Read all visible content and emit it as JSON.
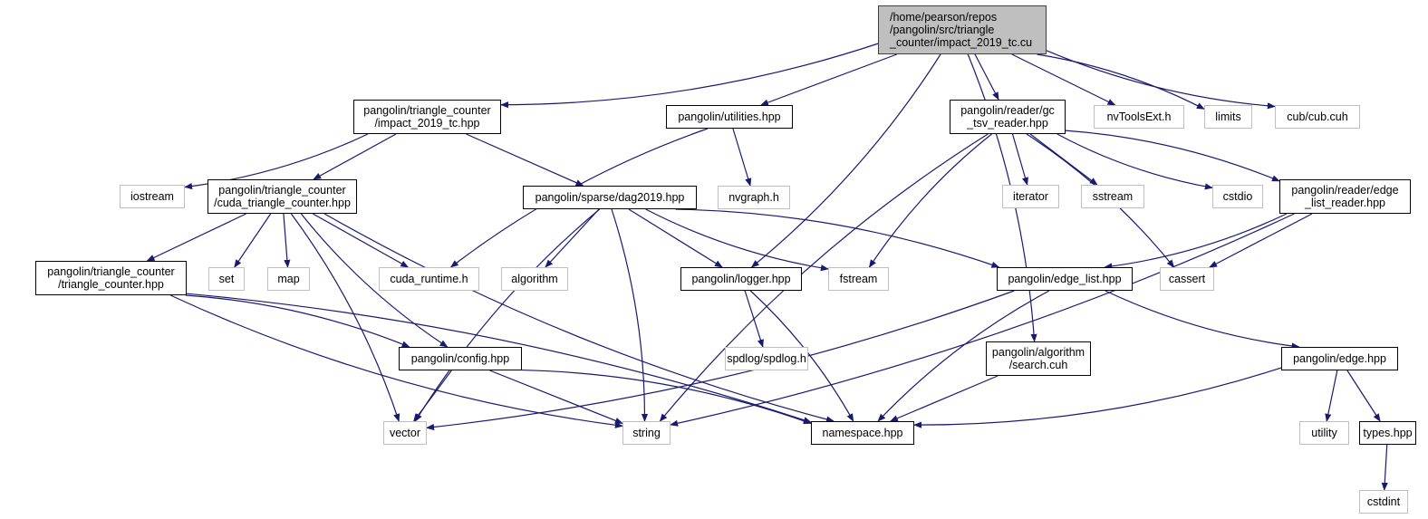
{
  "diagram": {
    "type": "include-dependency-graph",
    "edge_color": "#191970",
    "root_fill": "#bfbfbf",
    "documented_border": "#000000",
    "external_border": "#bfbfbf",
    "nodes": [
      {
        "id": "root",
        "label": "/home/pearson/repos\n/pangolin/src/triangle\n_counter/impact_2019_tc.cu",
        "kind": "root"
      },
      {
        "id": "impact_hpp",
        "label": "pangolin/triangle_counter\n/impact_2019_tc.hpp",
        "kind": "documented"
      },
      {
        "id": "utilities",
        "label": "pangolin/utilities.hpp",
        "kind": "documented"
      },
      {
        "id": "gc_tsv",
        "label": "pangolin/reader/gc\n_tsv_reader.hpp",
        "kind": "documented"
      },
      {
        "id": "nvtools",
        "label": "nvToolsExt.h",
        "kind": "external"
      },
      {
        "id": "limits",
        "label": "limits",
        "kind": "external"
      },
      {
        "id": "cub",
        "label": "cub/cub.cuh",
        "kind": "external"
      },
      {
        "id": "iostream",
        "label": "iostream",
        "kind": "external"
      },
      {
        "id": "cuda_tc",
        "label": "pangolin/triangle_counter\n/cuda_triangle_counter.hpp",
        "kind": "documented"
      },
      {
        "id": "dag2019",
        "label": "pangolin/sparse/dag2019.hpp",
        "kind": "documented"
      },
      {
        "id": "nvgraph",
        "label": "nvgraph.h",
        "kind": "external"
      },
      {
        "id": "iterator",
        "label": "iterator",
        "kind": "external"
      },
      {
        "id": "sstream",
        "label": "sstream",
        "kind": "external"
      },
      {
        "id": "cstdio",
        "label": "cstdio",
        "kind": "external"
      },
      {
        "id": "edge_list_reader",
        "label": "pangolin/reader/edge\n_list_reader.hpp",
        "kind": "documented"
      },
      {
        "id": "tc_hpp",
        "label": "pangolin/triangle_counter\n/triangle_counter.hpp",
        "kind": "documented"
      },
      {
        "id": "set",
        "label": "set",
        "kind": "external"
      },
      {
        "id": "map",
        "label": "map",
        "kind": "external"
      },
      {
        "id": "cuda_runtime",
        "label": "cuda_runtime.h",
        "kind": "external"
      },
      {
        "id": "algorithm",
        "label": "algorithm",
        "kind": "external"
      },
      {
        "id": "logger",
        "label": "pangolin/logger.hpp",
        "kind": "documented"
      },
      {
        "id": "fstream",
        "label": "fstream",
        "kind": "external"
      },
      {
        "id": "edge_list",
        "label": "pangolin/edge_list.hpp",
        "kind": "documented"
      },
      {
        "id": "cassert",
        "label": "cassert",
        "kind": "external"
      },
      {
        "id": "config",
        "label": "pangolin/config.hpp",
        "kind": "documented"
      },
      {
        "id": "spdlog",
        "label": "spdlog/spdlog.h",
        "kind": "external"
      },
      {
        "id": "search",
        "label": "pangolin/algorithm\n/search.cuh",
        "kind": "documented"
      },
      {
        "id": "edge_hpp",
        "label": "pangolin/edge.hpp",
        "kind": "documented"
      },
      {
        "id": "vector",
        "label": "vector",
        "kind": "external"
      },
      {
        "id": "string",
        "label": "string",
        "kind": "external"
      },
      {
        "id": "namespace",
        "label": "namespace.hpp",
        "kind": "documented"
      },
      {
        "id": "utility",
        "label": "utility",
        "kind": "external"
      },
      {
        "id": "types",
        "label": "types.hpp",
        "kind": "documented"
      },
      {
        "id": "cstdint",
        "label": "cstdint",
        "kind": "external"
      }
    ],
    "edges": [
      [
        "root",
        "impact_hpp"
      ],
      [
        "root",
        "utilities"
      ],
      [
        "root",
        "logger"
      ],
      [
        "root",
        "gc_tsv"
      ],
      [
        "root",
        "search"
      ],
      [
        "root",
        "nvtools"
      ],
      [
        "root",
        "limits"
      ],
      [
        "root",
        "cub"
      ],
      [
        "impact_hpp",
        "iostream"
      ],
      [
        "impact_hpp",
        "cuda_tc"
      ],
      [
        "impact_hpp",
        "dag2019"
      ],
      [
        "utilities",
        "cuda_runtime"
      ],
      [
        "utilities",
        "nvgraph"
      ],
      [
        "cuda_tc",
        "tc_hpp"
      ],
      [
        "cuda_tc",
        "set"
      ],
      [
        "cuda_tc",
        "map"
      ],
      [
        "cuda_tc",
        "cuda_runtime"
      ],
      [
        "cuda_tc",
        "config"
      ],
      [
        "cuda_tc",
        "vector"
      ],
      [
        "cuda_tc",
        "namespace"
      ],
      [
        "tc_hpp",
        "config"
      ],
      [
        "tc_hpp",
        "string"
      ],
      [
        "tc_hpp",
        "namespace"
      ],
      [
        "dag2019",
        "algorithm"
      ],
      [
        "dag2019",
        "logger"
      ],
      [
        "dag2019",
        "fstream"
      ],
      [
        "dag2019",
        "edge_list"
      ],
      [
        "dag2019",
        "vector"
      ],
      [
        "dag2019",
        "string"
      ],
      [
        "gc_tsv",
        "iterator"
      ],
      [
        "gc_tsv",
        "sstream"
      ],
      [
        "gc_tsv",
        "cstdio"
      ],
      [
        "gc_tsv",
        "edge_list_reader"
      ],
      [
        "gc_tsv",
        "fstream"
      ],
      [
        "gc_tsv",
        "cassert"
      ],
      [
        "gc_tsv",
        "string"
      ],
      [
        "edge_list_reader",
        "edge_list"
      ],
      [
        "edge_list_reader",
        "cassert"
      ],
      [
        "edge_list_reader",
        "string"
      ],
      [
        "logger",
        "spdlog"
      ],
      [
        "logger",
        "namespace"
      ],
      [
        "edge_list",
        "edge_hpp"
      ],
      [
        "edge_list",
        "vector"
      ],
      [
        "edge_list",
        "namespace"
      ],
      [
        "config",
        "vector"
      ],
      [
        "config",
        "string"
      ],
      [
        "config",
        "namespace"
      ],
      [
        "search",
        "namespace"
      ],
      [
        "edge_hpp",
        "utility"
      ],
      [
        "edge_hpp",
        "types"
      ],
      [
        "edge_hpp",
        "namespace"
      ],
      [
        "types",
        "cstdint"
      ]
    ]
  }
}
